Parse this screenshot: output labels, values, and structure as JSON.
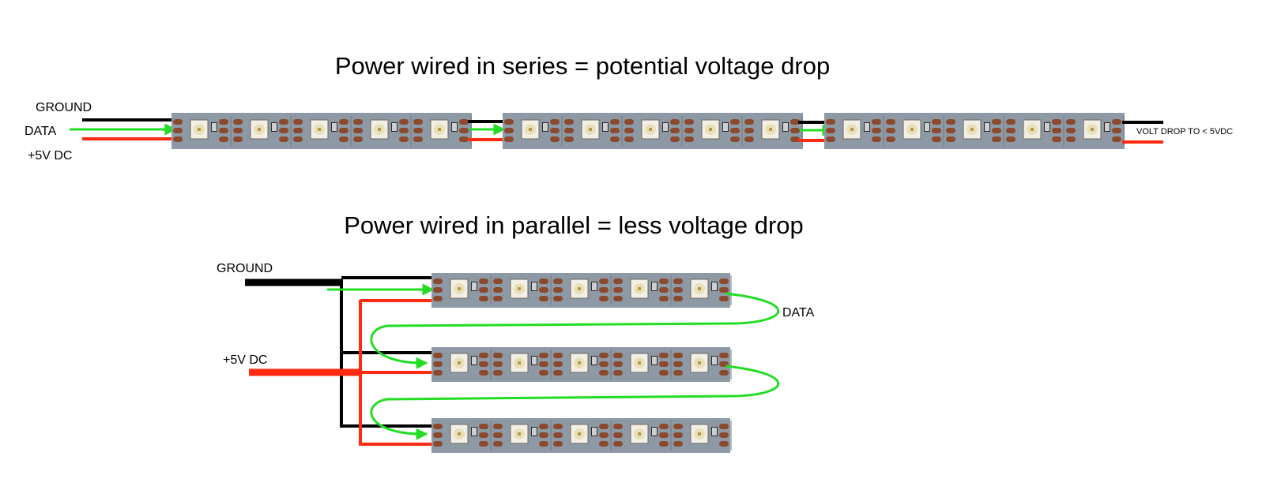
{
  "series": {
    "title": "Power wired in series = potential voltage drop",
    "ground_label": "GROUND",
    "data_label": "DATA",
    "power_label": "+5V DC",
    "drop_label": "VOLT DROP TO < 5VDC"
  },
  "parallel": {
    "title": "Power wired in parallel = less voltage drop",
    "ground_label": "GROUND",
    "power_label": "+5V DC",
    "data_label": "DATA"
  },
  "colors": {
    "ground": "#000000",
    "data": "#22dd22",
    "power": "#ff2a10",
    "strip": "#8d9aa6",
    "pad": "#8b4a2e",
    "led": "#e8e3d6"
  },
  "icons": {
    "strip": "led-strip-icon",
    "led": "led-chip-icon",
    "arrow": "arrowhead-icon"
  }
}
